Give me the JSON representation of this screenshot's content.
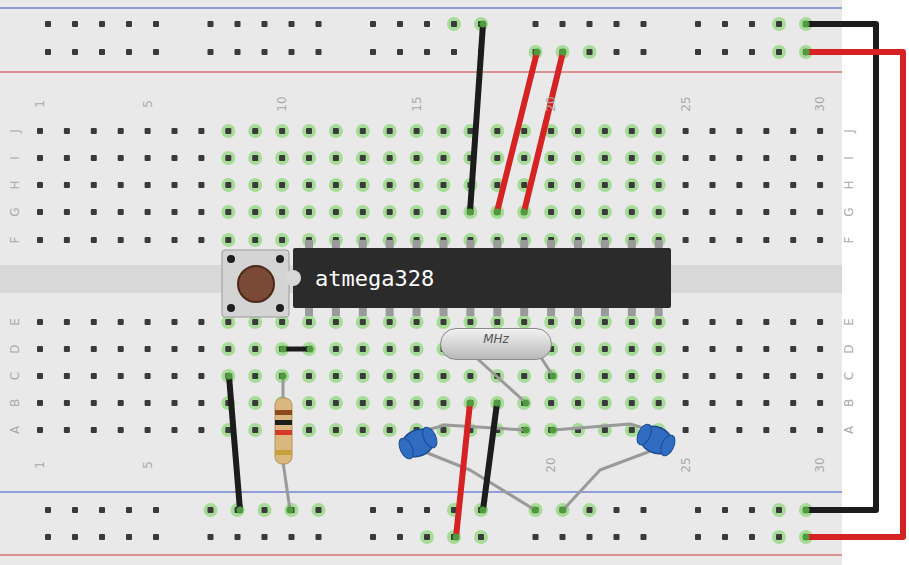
{
  "diagram": {
    "nodes": [
      {
        "text": [
          "atmega328"
        ]
      },
      {
        "text": [
          "MHz"
        ]
      }
    ],
    "labels": [
      "1",
      "5",
      "10",
      "15",
      "20",
      "25",
      "30",
      "J",
      "I",
      "H",
      "G",
      "F",
      "J",
      "I",
      "H",
      "G",
      "F",
      "E",
      "D",
      "C",
      "B",
      "A",
      "E",
      "D",
      "C",
      "B",
      "A",
      "1",
      "5",
      "20",
      "25",
      "30"
    ]
  }
}
